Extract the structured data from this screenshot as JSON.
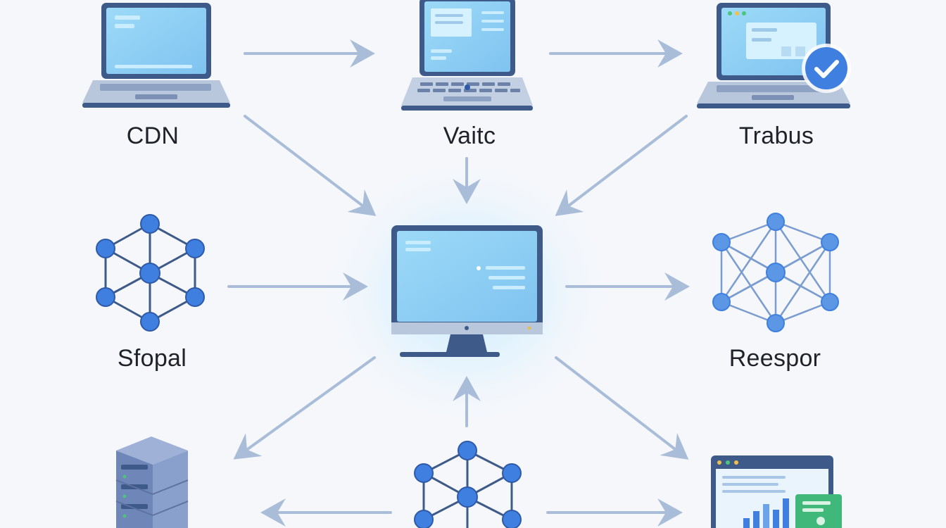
{
  "nodes": {
    "top_left": {
      "label": "CDN",
      "icon": "laptop-icon"
    },
    "top_center": {
      "label": "Vaitc",
      "icon": "laptop-keyboard-icon"
    },
    "top_right": {
      "label": "Trabus",
      "icon": "laptop-check-icon"
    },
    "mid_left": {
      "label": "Sfopal",
      "icon": "network-hexagon-icon"
    },
    "center": {
      "label": "",
      "icon": "desktop-monitor-icon"
    },
    "mid_right": {
      "label": "Reespor",
      "icon": "network-mesh-icon"
    },
    "bottom_left": {
      "label": "",
      "icon": "server-stack-icon"
    },
    "bottom_center": {
      "label": "",
      "icon": "network-hexagon-icon"
    },
    "bottom_right": {
      "label": "",
      "icon": "dashboard-chart-icon"
    }
  },
  "colors": {
    "background": "#f5f7fb",
    "arrow": "#a9bdd9",
    "screen": "#8fd0f5",
    "frame": "#3e5a89",
    "node_blue": "#3f7fe0",
    "accent_green": "#3fb87a"
  }
}
